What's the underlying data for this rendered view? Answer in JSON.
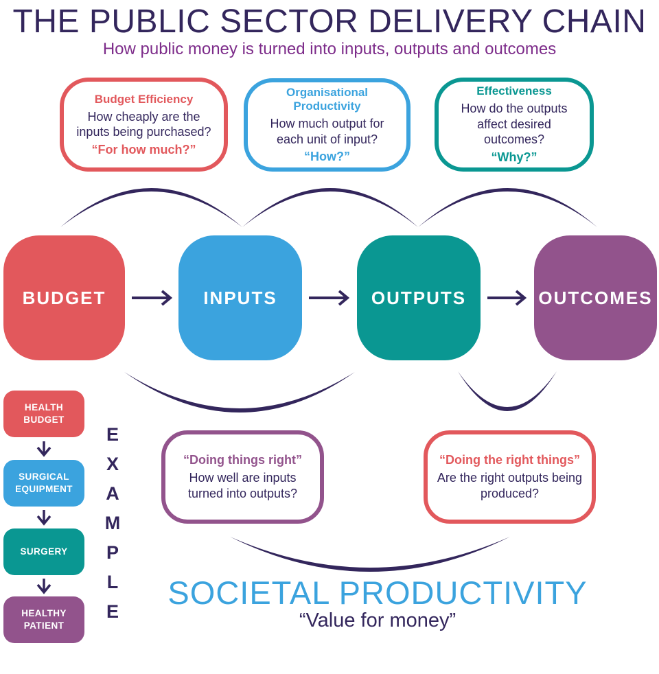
{
  "page": {
    "title": "THE PUBLIC SECTOR DELIVERY CHAIN",
    "subtitle": "How public money is turned into inputs, outputs and outcomes"
  },
  "colors": {
    "navy": "#33265C",
    "subtitle_purple": "#7D2C8A",
    "red": "#E2585C",
    "blue": "#3BA3DE",
    "teal": "#0A9792",
    "purple": "#92538C"
  },
  "top_callouts": [
    {
      "title": "Budget Efficiency",
      "body": "How cheaply are the inputs being purchased?",
      "quote": "“For how much?”",
      "color": "#E2585C"
    },
    {
      "title": "Organisational Productivity",
      "body": "How much output for each unit of input?",
      "quote": "“How?”",
      "color": "#3BA3DE"
    },
    {
      "title": "Effectiveness",
      "body": "How do the outputs affect desired outcomes?",
      "quote": "“Why?”",
      "color": "#0A9792"
    }
  ],
  "chain": [
    {
      "label": "BUDGET",
      "color": "#E2585C"
    },
    {
      "label": "INPUTS",
      "color": "#3BA3DE"
    },
    {
      "label": "OUTPUTS",
      "color": "#0A9792"
    },
    {
      "label": "OUTCOMES",
      "color": "#92538C"
    }
  ],
  "bottom_callouts": [
    {
      "title": "“Doing things right”",
      "body": "How well are inputs turned into outputs?",
      "color": "#92538C"
    },
    {
      "title": "“Doing the right things”",
      "body": "Are the right outputs being produced?",
      "color": "#E2585C"
    }
  ],
  "example": {
    "label": "EXAMPLE",
    "steps": [
      {
        "label": "HEALTH BUDGET",
        "color": "#E2585C"
      },
      {
        "label": "SURGICAL EQUIPMENT",
        "color": "#3BA3DE"
      },
      {
        "label": "SURGERY",
        "color": "#0A9792"
      },
      {
        "label": "HEALTHY PATIENT",
        "color": "#92538C"
      }
    ]
  },
  "footer": {
    "title": "SOCIETAL PRODUCTIVITY",
    "subtitle": "“Value for money”"
  }
}
